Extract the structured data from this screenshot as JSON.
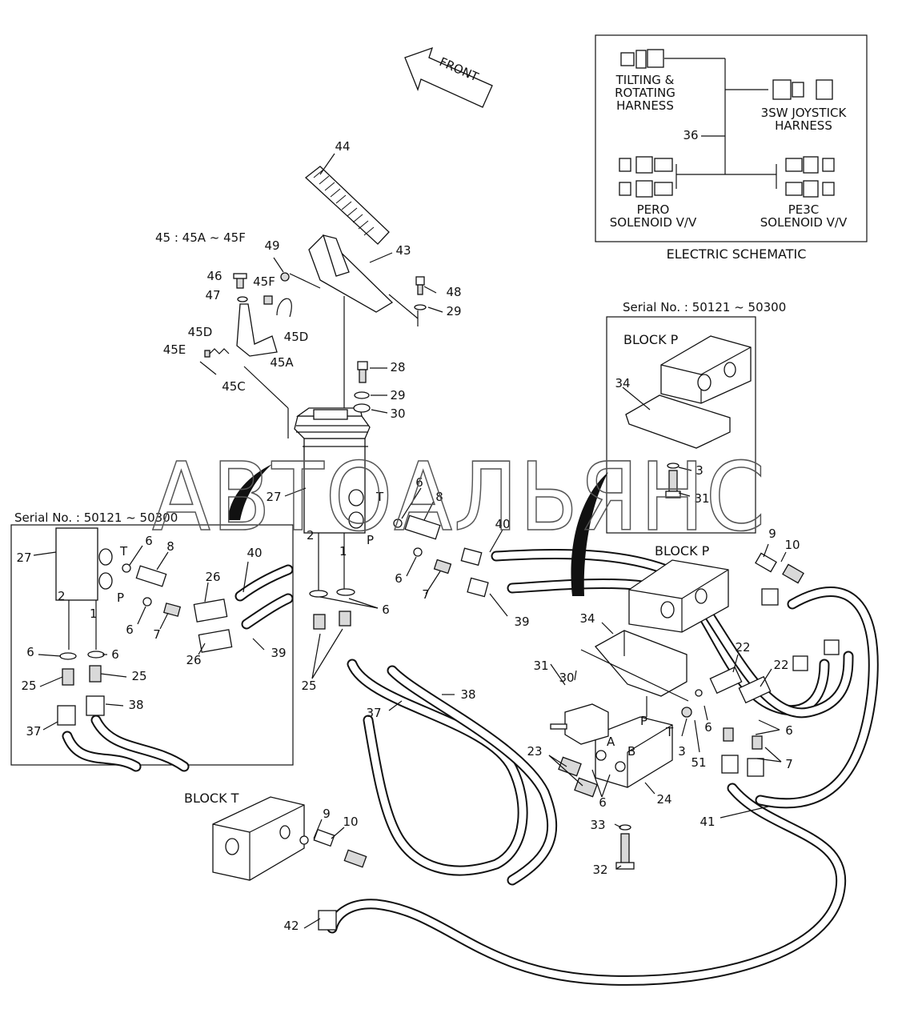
{
  "front_label": "FRONT",
  "watermark": "АВТОАЛЬЯНС",
  "electric_schematic": {
    "caption": "ELECTRIC SCHEMATIC",
    "tilting_line1": "TILTING &",
    "tilting_line2": "ROTATING",
    "tilting_line3": "HARNESS",
    "joystick_line1": "3SW JOYSTICK",
    "joystick_line2": "HARNESS",
    "pero_line1": "PERO",
    "pero_line2": "SOLENOID V/V",
    "pe3c_line1": "PE3C",
    "pe3c_line2": "SOLENOID V/V",
    "wire_ref": "36"
  },
  "serial_left": "Serial No. : 50121 ~ 50300",
  "serial_right": "Serial No. : 50121 ~ 50300",
  "block_p_inset": "BLOCK  P",
  "block_p_main": "BLOCK  P",
  "block_t": "BLOCK  T",
  "kit_label": "45 : 45A ~ 45F",
  "port_letters": {
    "t_main": "T",
    "p_main": "P",
    "t_left": "T",
    "p_left": "P",
    "a": "A",
    "b": "B",
    "p_valve": "P",
    "t_valve": "T",
    "n2_main": "2",
    "n1_main": "1",
    "n2_left": "2",
    "n1_left": "1"
  },
  "callouts": [
    "44",
    "43",
    "49",
    "48",
    "29",
    "46",
    "45F",
    "47",
    "45D",
    "45E",
    "45D",
    "45A",
    "45C",
    "28",
    "29",
    "30",
    "27",
    "6",
    "8",
    "40",
    "7",
    "6",
    "39",
    "6",
    "25",
    "37",
    "38",
    "34",
    "3",
    "31",
    "9",
    "10",
    "34",
    "31",
    "30",
    "22",
    "22",
    "6",
    "7",
    "3",
    "51",
    "6",
    "23",
    "6",
    "24",
    "33",
    "32",
    "41",
    "9",
    "10",
    "42",
    "27",
    "6",
    "8",
    "40",
    "26",
    "6",
    "7",
    "26",
    "39",
    "6",
    "6",
    "25",
    "25",
    "37",
    "38"
  ]
}
